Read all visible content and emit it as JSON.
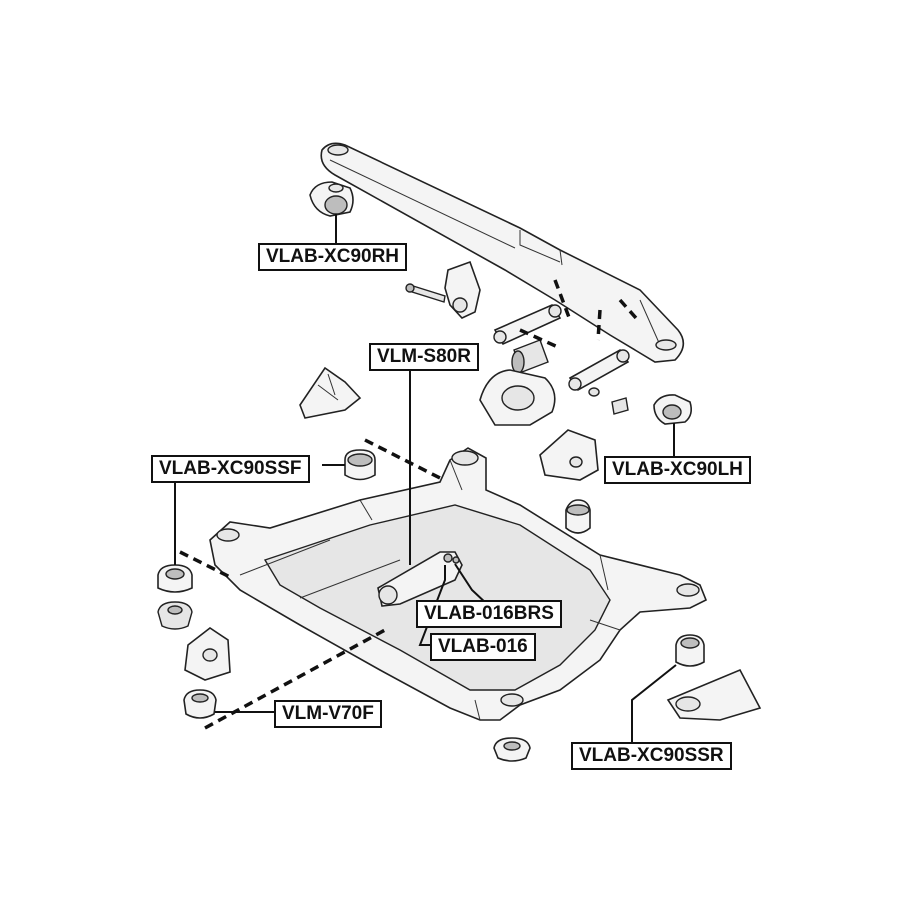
{
  "labels": {
    "xc90rh": "VLAB-XC90RH",
    "s80r": "VLM-S80R",
    "xc90lh": "VLAB-XC90LH",
    "xc90ssf": "VLAB-XC90SSF",
    "b016brs": "VLAB-016BRS",
    "b016": "VLAB-016",
    "v70f": "VLM-V70F",
    "xc90ssr": "VLAB-XC90SSR"
  },
  "colors": {
    "line": "#111111",
    "fill": "#f4f4f4",
    "shade": "#bdbdbd"
  }
}
